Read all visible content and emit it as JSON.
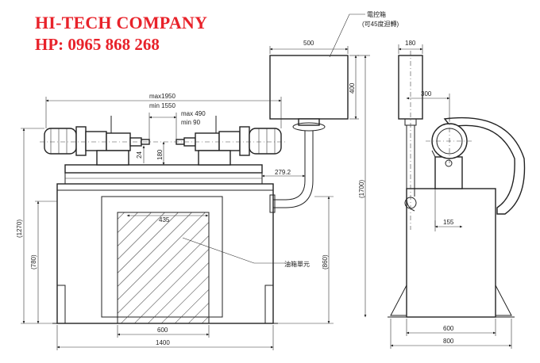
{
  "header": {
    "company": "HI-TECH COMPANY",
    "phone": "HP: 0965 868 268"
  },
  "labels": {
    "control_box": "電控箱",
    "control_box_note": "(可45度迴轉)",
    "oil_tank": "油箱單元"
  },
  "dimensions": {
    "box_width": "500",
    "box_height": "400",
    "max_stroke": "max1950",
    "min_stroke": "min 1550",
    "max_spacing": "max 490",
    "min_spacing": "min  90",
    "spindle_offset": "24",
    "center_height": "180",
    "arm_offset": "279.2",
    "tank_inner_width": "435",
    "total_height_front": "(1270)",
    "table_height": "(780)",
    "base_height": "(860)",
    "total_height_side": "(1700)",
    "front_inner_width": "600",
    "front_total_width": "1400",
    "side_top_width": "180",
    "side_arm_width": "300",
    "side_small": "155",
    "side_inner_width": "600",
    "side_total_width": "800"
  },
  "colors": {
    "brand": "#e8222a",
    "line": "#222222"
  }
}
